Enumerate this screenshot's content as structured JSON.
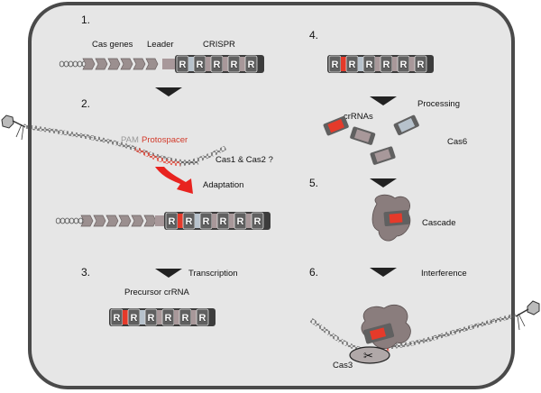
{
  "steps": {
    "s1": "1.",
    "s2": "2.",
    "s3": "3.",
    "s4": "4.",
    "s5": "5.",
    "s6": "6."
  },
  "labels": {
    "cas_genes": "Cas genes",
    "leader": "Leader",
    "crispr": "CRISPR",
    "pam": "PAM",
    "protospacer": "Protospacer",
    "cas1_cas2": "Cas1 & Cas2 ?",
    "adaptation": "Adaptation",
    "transcription": "Transcription",
    "precursor": "Precursor crRNA",
    "processing": "Processing",
    "crrnas": "crRNAs",
    "cas6": "Cas6",
    "cascade": "Cascade",
    "interference": "Interference",
    "cas3": "Cas3"
  },
  "repeat_letter": "R",
  "colors": {
    "cell_fill": "#e6e6e6",
    "cell_border": "#4a4a4a",
    "repeat_box": "#606060",
    "spacer_red": "#e53a2a",
    "spacer_blue": "#b7c2cc",
    "spacer_mauve": "#a8989a",
    "gene": "#9b8f8f",
    "arrow": "#222222",
    "protospacer_text": "#d23a2a",
    "pam_text": "#999999"
  }
}
